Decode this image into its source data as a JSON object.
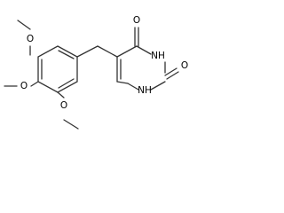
{
  "molecule": {
    "atoms": {
      "o_meta_top": "O",
      "o_para": "O",
      "o_meta_bottom": "O",
      "o_c4_carbonyl": "O",
      "n3": "NH",
      "o_c2_carbonyl": "O",
      "n1": "NH"
    }
  }
}
